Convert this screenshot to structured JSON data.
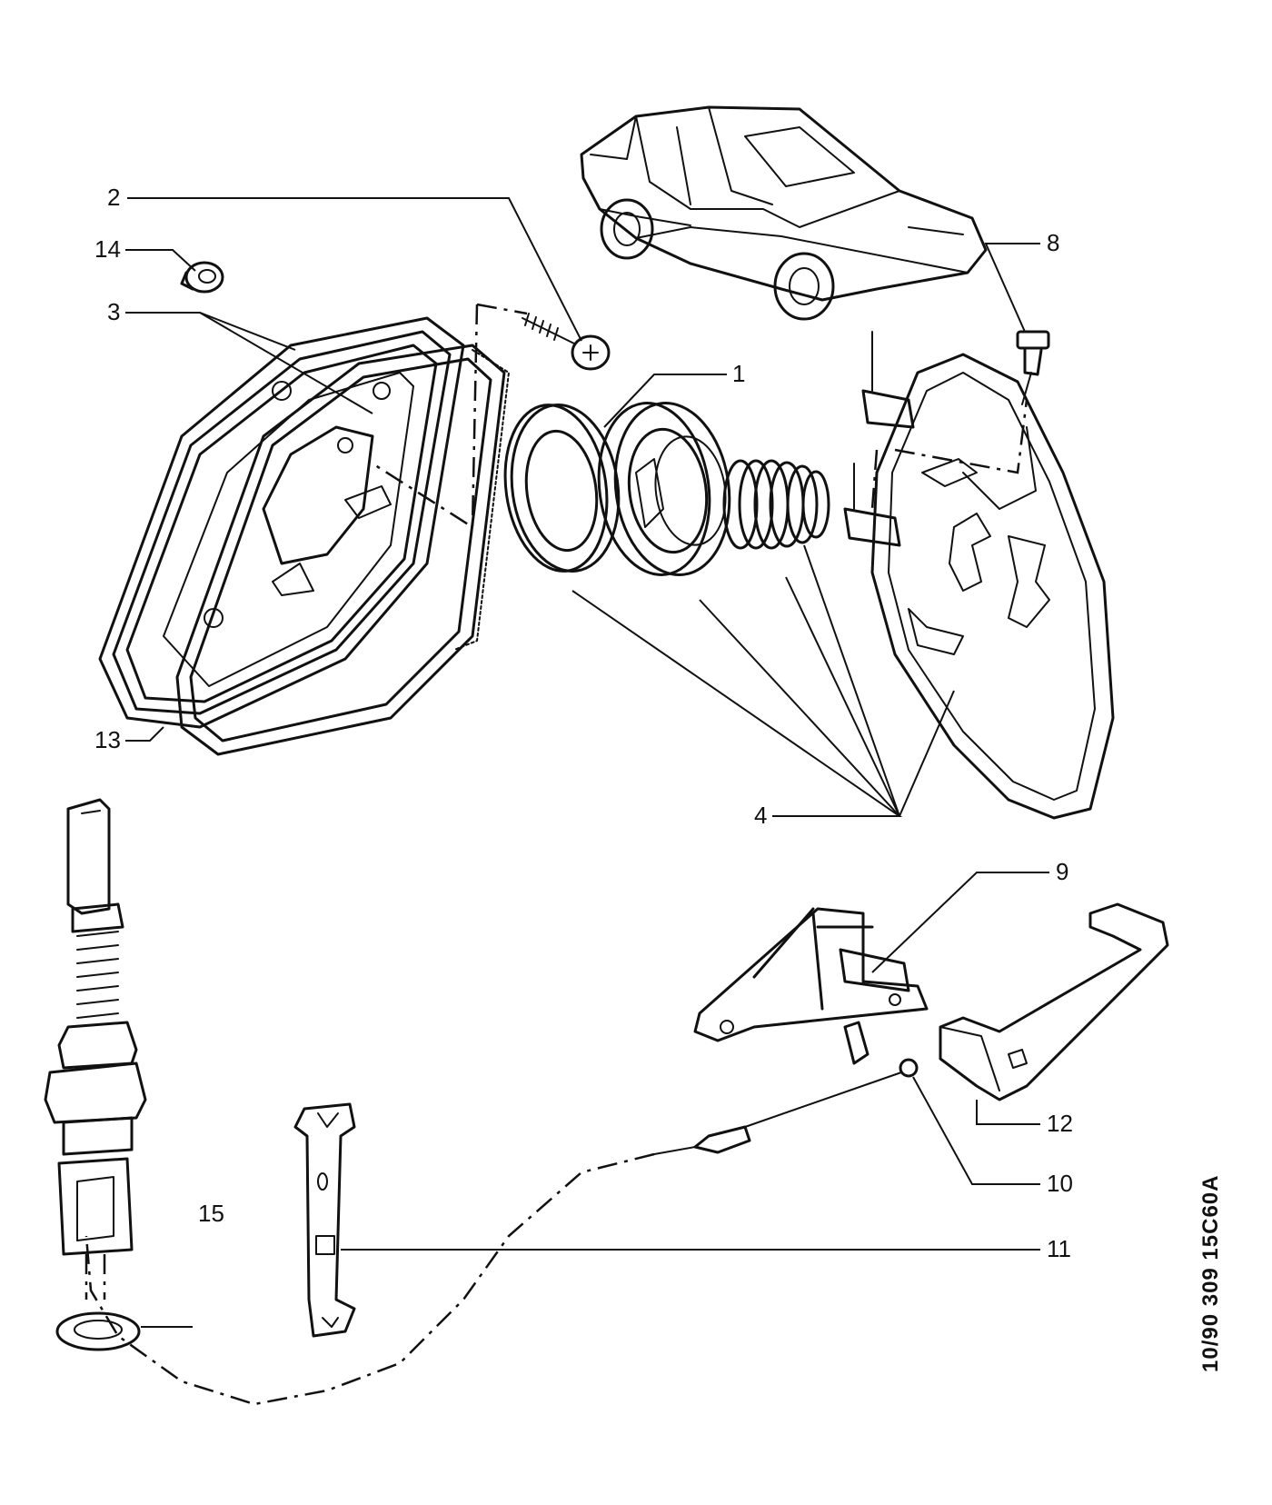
{
  "callouts": {
    "n1": "1",
    "n2": "2",
    "n3": "3",
    "n4": "4",
    "n8": "8",
    "n9": "9",
    "n10": "10",
    "n11": "11",
    "n12": "12",
    "n13": "13",
    "n14": "14",
    "n15": "15"
  },
  "drawing_code": "10/90  309  15C60A"
}
